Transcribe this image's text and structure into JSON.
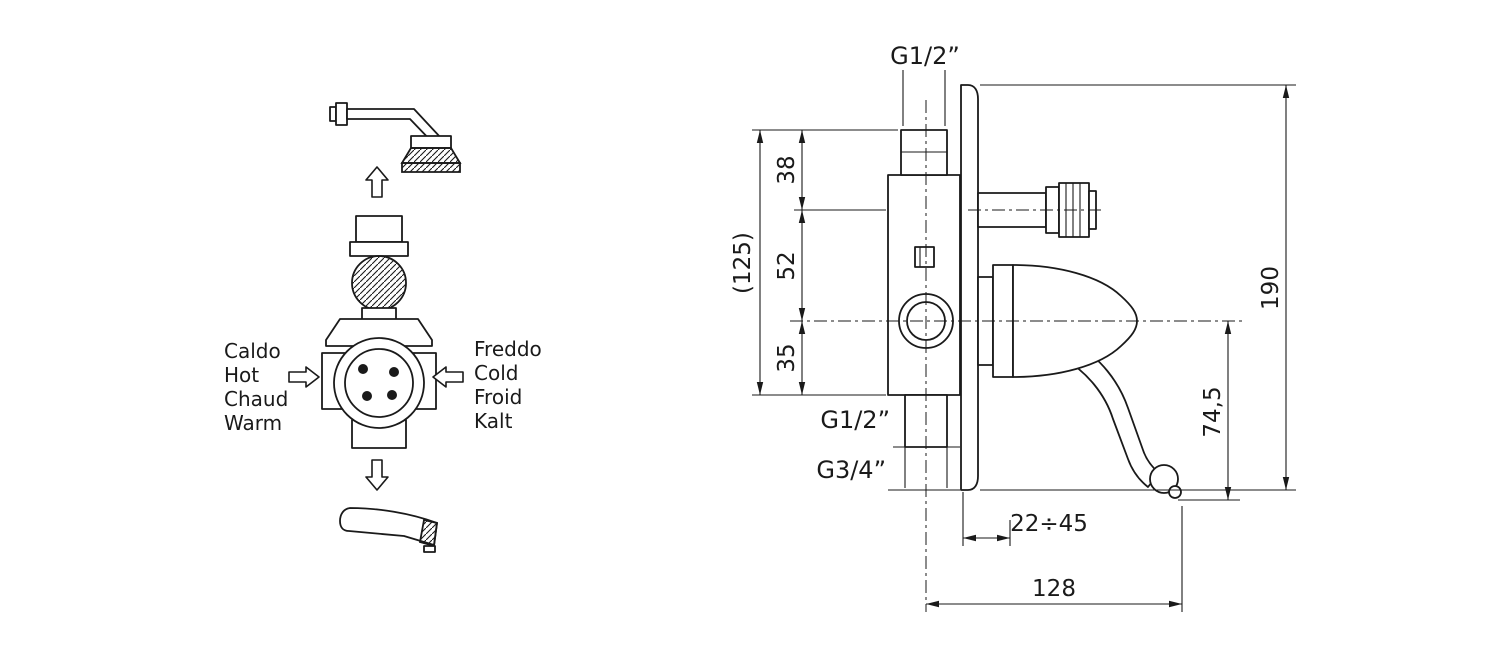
{
  "diagram": {
    "flow_schematic": {
      "hot_label_lines": [
        "Caldo",
        "Hot",
        "Chaud",
        "Warm"
      ],
      "cold_label_lines": [
        "Freddo",
        "Cold",
        "Froid",
        "Kalt"
      ]
    },
    "dimensioned_view": {
      "top_connection": "G1/2”",
      "dim_38": "38",
      "dim_52": "52",
      "dim_35": "35",
      "dim_total_depth": "(125)",
      "dim_plate_height": "190",
      "dim_handle_drop": "74,5",
      "bottom_connection_1": "G1/2”",
      "bottom_connection_2": "G3/4”",
      "dim_wall_depth_range": "22÷45",
      "dim_overall_width": "128"
    },
    "colors": {
      "line": "#1a1a1a",
      "background": "#ffffff"
    }
  }
}
